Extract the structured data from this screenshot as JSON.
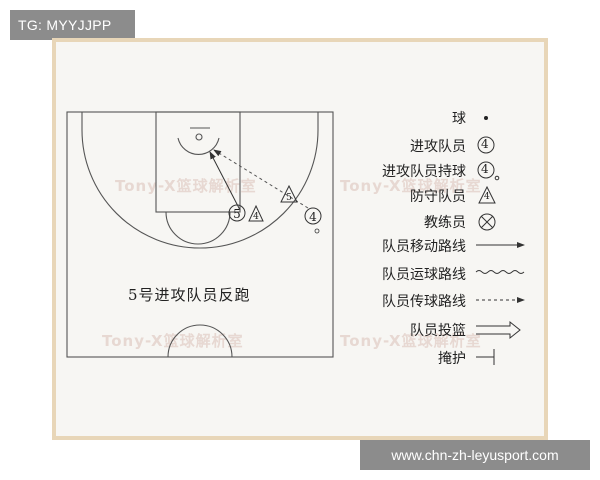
{
  "top_tag": "TG: MYYJJPP",
  "bottom_tag": "www.chn-zh-leyusport.com",
  "watermark": "Tony-X篮球解析室",
  "caption": "5号进攻队员反跑",
  "court_players": {
    "attacker": "4",
    "ball_handler": "5",
    "defender_4": "4",
    "defender_5": "5"
  },
  "legend": {
    "ball": "球",
    "attacker": "进攻队员",
    "attacker_symbol": "4",
    "attacker_with_ball": "进攻队员持球",
    "attacker_with_ball_symbol": "4",
    "defender": "防守队员",
    "defender_symbol": "4",
    "coach": "教练员",
    "move_line": "队员移动路线",
    "dribble_line": "队员运球路线",
    "pass_line": "队员传球路线",
    "shot": "队员投篮",
    "screen": "掩护"
  }
}
